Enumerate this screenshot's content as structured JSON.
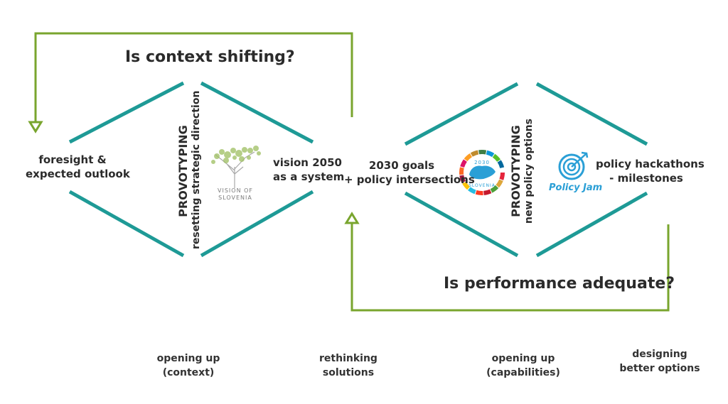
{
  "colors": {
    "teal": "#1e9a96",
    "green": "#79a52e",
    "text": "#2b2b2b",
    "jam_blue": "#2a9fd6"
  },
  "questions": {
    "context": "Is context shifting?",
    "performance": "Is performance adequate?"
  },
  "left_diamond": {
    "left_label_1": "foresight &",
    "left_label_2": "expected outlook",
    "center_title": "PROVOTYPING",
    "center_sub": "resetting strategic direction",
    "logo_text_1": "VISION OF",
    "logo_text_2": "SLOVENIA",
    "right_label_1": "vision 2050",
    "right_label_2": "as a system"
  },
  "right_diamond": {
    "left_label_1": "2030 goals",
    "left_label_2": "+ policy intersections",
    "logo_year": "2030",
    "logo_country": "SLOVENIA",
    "center_title": "PROVOTYPING",
    "center_sub": "new policy options",
    "jam_label": "Policy Jam",
    "right_label_1": "policy hackathons",
    "right_label_2": "- milestones"
  },
  "stages": [
    {
      "line1": "opening up",
      "line2": "(context)"
    },
    {
      "line1": "rethinking",
      "line2": "solutions"
    },
    {
      "line1": "opening up",
      "line2": "(capabilities)"
    },
    {
      "line1": "designing",
      "line2": "better options"
    }
  ]
}
